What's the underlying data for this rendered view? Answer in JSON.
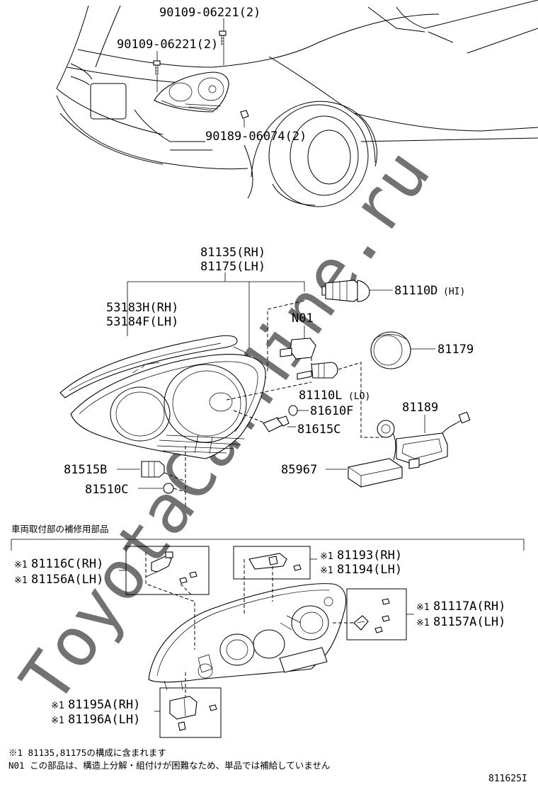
{
  "watermark": "ToyotaCarMine.ru",
  "callouts": {
    "bolt_upper": "90109-06221(2)",
    "bolt_lower": "90109-06221(2)",
    "nut": "90189-06074(2)",
    "headlamp_rh": "81135(RH)",
    "headlamp_lh": "81175(LH)",
    "moulding_rh": "53183H(RH)",
    "moulding_lh": "53184F(LH)",
    "bulb_hi_num": "81110D",
    "bulb_hi_tag": "(HI)",
    "n01": "N01",
    "cover": "81179",
    "bulb_lo_num": "81110L",
    "bulb_lo_tag": "(LO)",
    "bulb_610": "81610F",
    "socket_615": "81615C",
    "ballast_cover": "81189",
    "computer": "85967",
    "socket_515": "81515B",
    "bulb_510": "81510C",
    "repair_note": "車両取付部の補修用部品",
    "kit_a_rh": "81116C(RH)",
    "kit_a_lh": "81156A(LH)",
    "kit_b_rh": "81193(RH)",
    "kit_b_lh": "81194(LH)",
    "kit_c_rh": "81117A(RH)",
    "kit_c_lh": "81157A(LH)",
    "kit_d_rh": "81195A(RH)",
    "kit_d_lh": "81196A(LH)",
    "mark": "※1",
    "footnote_1": "※1 81135,81175の構成に含まれます",
    "footnote_2": "N01 この部品は、構造上分解・組付けが困難なため、単品では補給していません",
    "figure_id": "811625I"
  }
}
